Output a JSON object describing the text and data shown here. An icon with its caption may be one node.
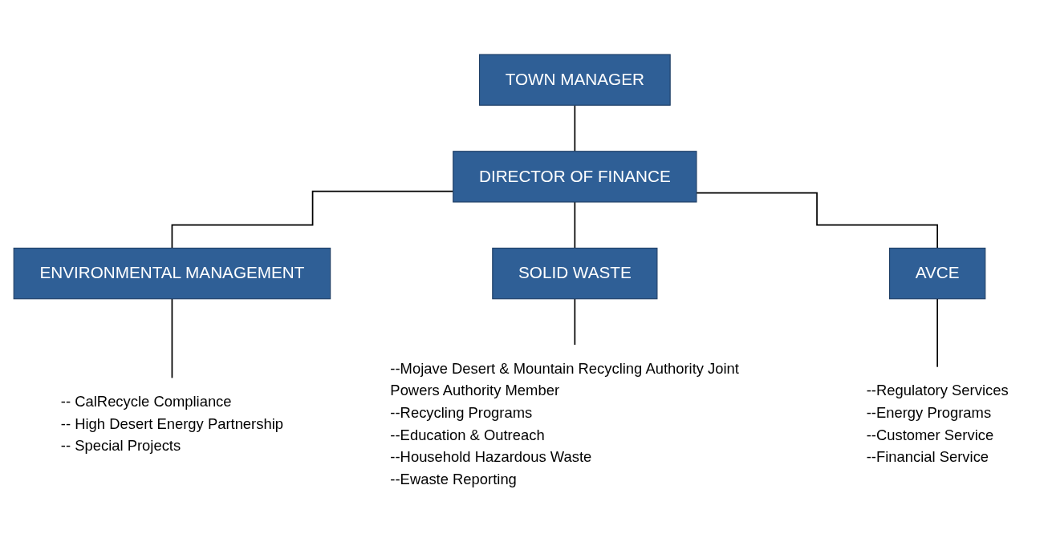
{
  "diagram": {
    "nodes": [
      {
        "text": [
          "TOWN MANAGER"
        ]
      },
      {
        "text": [
          "DIRECTOR OF FINANCE"
        ]
      },
      {
        "text": [
          "ENVIRONMENTAL MANAGEMENT"
        ]
      },
      {
        "text": [
          "SOLID WASTE"
        ]
      },
      {
        "text": [
          "AVCE"
        ]
      },
      {
        "text": [
          "-- CalRecycle Compliance",
          "-- High Desert Energy Partnership",
          "-- Special Projects"
        ]
      },
      {
        "text": [
          "--Mojave Desert & Mountain Recycling Authority Joint Powers Authority Member",
          "--Recycling Programs",
          "--Education & Outreach",
          "--Household Hazardous Waste",
          "--Ewaste Reporting"
        ]
      },
      {
        "text": [
          "--Regulatory Services",
          "--Energy Programs",
          "--Customer Service",
          "--Financial Service"
        ]
      }
    ],
    "edges": [
      {
        "from": 0,
        "to": 1,
        "arrow": "none"
      },
      {
        "from": 1,
        "to": 2,
        "arrow": "none"
      },
      {
        "from": 1,
        "to": 3,
        "arrow": "none"
      },
      {
        "from": 1,
        "to": 4,
        "arrow": "none"
      },
      {
        "from": 2,
        "to": 5,
        "arrow": "none"
      },
      {
        "from": 3,
        "to": 6,
        "arrow": "none"
      },
      {
        "from": 4,
        "to": 7,
        "arrow": "none"
      }
    ]
  }
}
